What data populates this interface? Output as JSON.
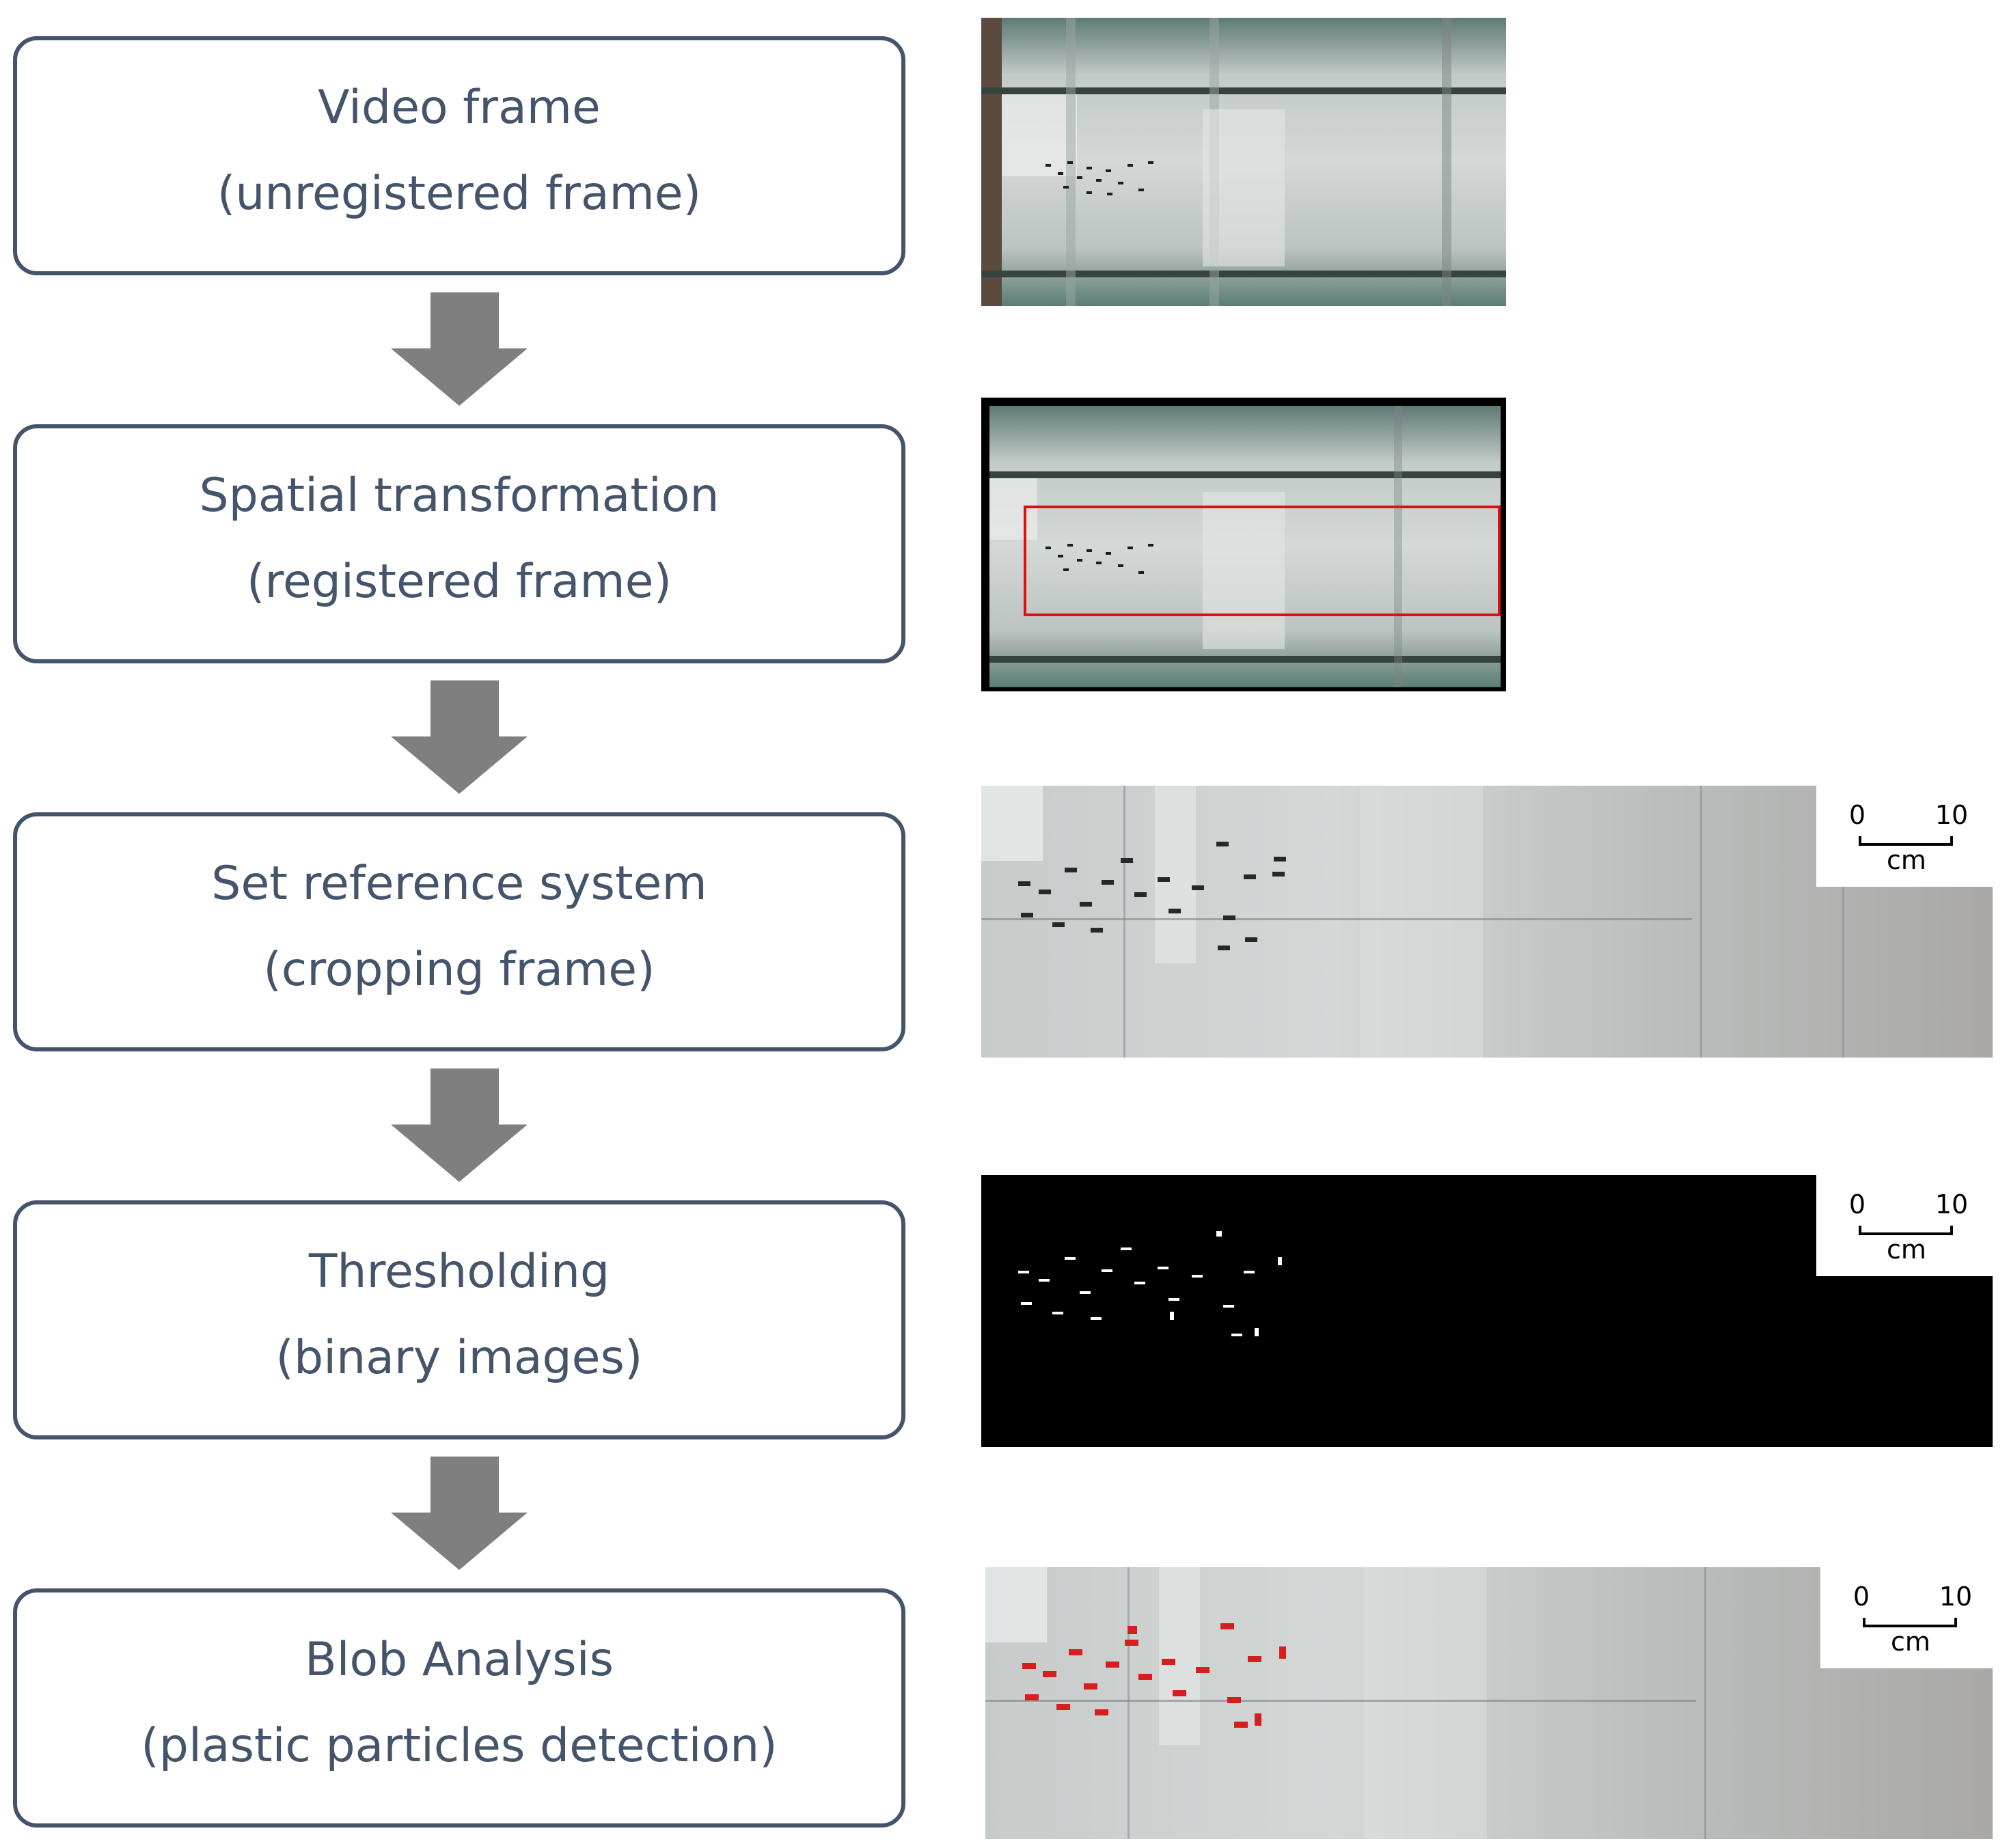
{
  "steps": [
    {
      "title": "Video frame",
      "subtitle": "(unregistered frame)"
    },
    {
      "title": "Spatial transformation",
      "subtitle": "(registered frame)"
    },
    {
      "title": "Set reference system",
      "subtitle": "(cropping frame)"
    },
    {
      "title": "Thresholding",
      "subtitle": "(binary images)"
    },
    {
      "title": "Blob Analysis",
      "subtitle": "(plastic particles detection)"
    }
  ],
  "scale_bar": {
    "start": "0",
    "end": "10",
    "unit": "cm"
  },
  "colors": {
    "box_border": "#44546a",
    "text": "#44546a",
    "arrow": "#7f7f7f",
    "roi": "#e01010",
    "blob": "#d51f1f",
    "water": "#b9bebe",
    "binary_bg": "#000000"
  }
}
